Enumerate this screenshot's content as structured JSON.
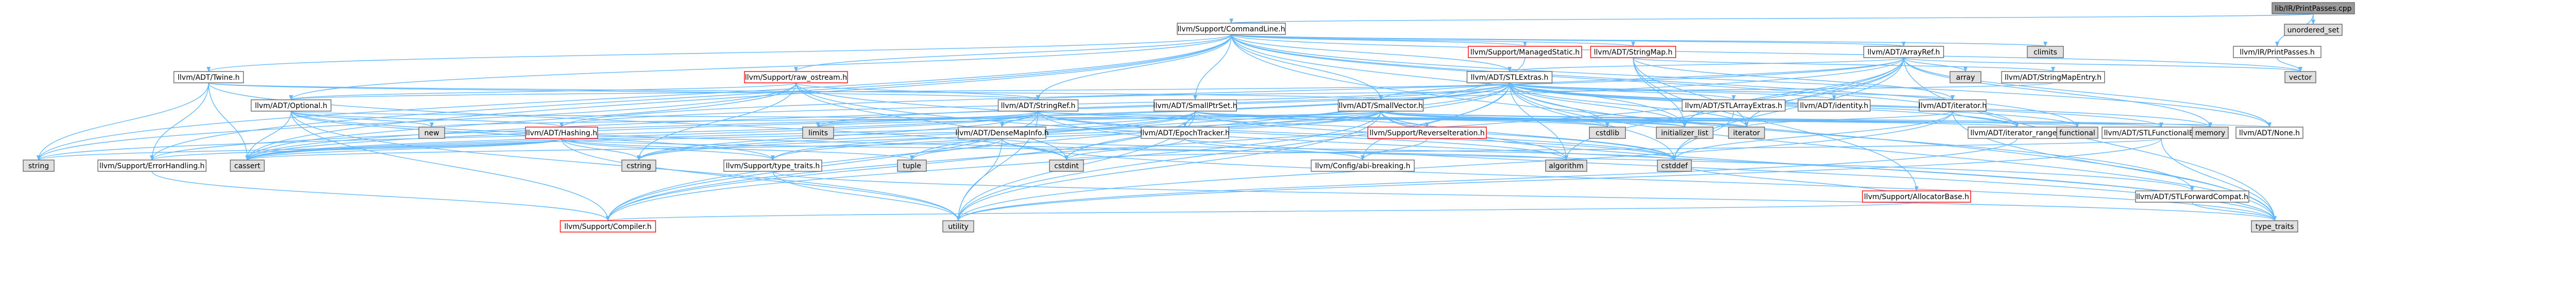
{
  "graph": {
    "colors": {
      "edge": "#63b8ff",
      "node_border": "#666666",
      "normal_fill": "#ffffff",
      "root_fill": "#999999",
      "external_fill": "#e0e0e0",
      "red_border": "#ff0000"
    },
    "nodes": [
      {
        "id": "root",
        "label": "lib/IR/PrintPasses.cpp",
        "kind": "root"
      },
      {
        "id": "unordered_set",
        "label": "unordered_set",
        "kind": "external"
      },
      {
        "id": "commandline",
        "label": "llvm/Support/CommandLine.h",
        "kind": "normal"
      },
      {
        "id": "printpasses",
        "label": "llvm/IR/PrintPasses.h",
        "kind": "normal"
      },
      {
        "id": "climits",
        "label": "climits",
        "kind": "external"
      },
      {
        "id": "managedstatic",
        "label": "llvm/Support/ManagedStatic.h",
        "kind": "red"
      },
      {
        "id": "stringmap",
        "label": "llvm/ADT/StringMap.h",
        "kind": "red"
      },
      {
        "id": "arrayref",
        "label": "llvm/ADT/ArrayRef.h",
        "kind": "normal"
      },
      {
        "id": "twine",
        "label": "llvm/ADT/Twine.h",
        "kind": "normal"
      },
      {
        "id": "raw_ostream",
        "label": "llvm/Support/raw_ostream.h",
        "kind": "red"
      },
      {
        "id": "stringmapentry",
        "label": "llvm/ADT/StringMapEntry.h",
        "kind": "normal"
      },
      {
        "id": "array",
        "label": "array",
        "kind": "external"
      },
      {
        "id": "vector",
        "label": "vector",
        "kind": "external"
      },
      {
        "id": "stlextras",
        "label": "llvm/ADT/STLExtras.h",
        "kind": "normal"
      },
      {
        "id": "optional",
        "label": "llvm/ADT/Optional.h",
        "kind": "normal"
      },
      {
        "id": "stringref",
        "label": "llvm/ADT/StringRef.h",
        "kind": "normal"
      },
      {
        "id": "smallptrset",
        "label": "llvm/ADT/SmallPtrSet.h",
        "kind": "normal"
      },
      {
        "id": "smallvector",
        "label": "llvm/ADT/SmallVector.h",
        "kind": "normal"
      },
      {
        "id": "stlarrayextras",
        "label": "llvm/ADT/STLArrayExtras.h",
        "kind": "normal"
      },
      {
        "id": "identity",
        "label": "llvm/ADT/identity.h",
        "kind": "normal"
      },
      {
        "id": "iterator",
        "label": "llvm/ADT/iterator.h",
        "kind": "normal"
      },
      {
        "id": "new",
        "label": "new",
        "kind": "external"
      },
      {
        "id": "hashing",
        "label": "llvm/ADT/Hashing.h",
        "kind": "red"
      },
      {
        "id": "limits",
        "label": "limits",
        "kind": "external"
      },
      {
        "id": "densemapinfo",
        "label": "llvm/ADT/DenseMapInfo.h",
        "kind": "normal"
      },
      {
        "id": "epochtracker",
        "label": "llvm/ADT/EpochTracker.h",
        "kind": "normal"
      },
      {
        "id": "reverseiteration",
        "label": "llvm/Support/ReverseIteration.h",
        "kind": "red"
      },
      {
        "id": "cstdlib",
        "label": "cstdlib",
        "kind": "external"
      },
      {
        "id": "initializer_list",
        "label": "initializer_list",
        "kind": "external"
      },
      {
        "id": "iterator_std",
        "label": "iterator",
        "kind": "external"
      },
      {
        "id": "iterator_range",
        "label": "llvm/ADT/iterator_range.h",
        "kind": "normal"
      },
      {
        "id": "functional",
        "label": "functional",
        "kind": "external"
      },
      {
        "id": "stlfunctionalextras",
        "label": "llvm/ADT/STLFunctionalExtras.h",
        "kind": "normal"
      },
      {
        "id": "memory",
        "label": "memory",
        "kind": "external"
      },
      {
        "id": "none",
        "label": "llvm/ADT/None.h",
        "kind": "normal"
      },
      {
        "id": "string",
        "label": "string",
        "kind": "external"
      },
      {
        "id": "errorhandling",
        "label": "llvm/Support/ErrorHandling.h",
        "kind": "normal"
      },
      {
        "id": "cassert",
        "label": "cassert",
        "kind": "external"
      },
      {
        "id": "cstring",
        "label": "cstring",
        "kind": "external"
      },
      {
        "id": "typetraits",
        "label": "llvm/Support/type_traits.h",
        "kind": "normal"
      },
      {
        "id": "tuple",
        "label": "tuple",
        "kind": "external"
      },
      {
        "id": "cstdint",
        "label": "cstdint",
        "kind": "external"
      },
      {
        "id": "abibreaking",
        "label": "llvm/Config/abi-breaking.h",
        "kind": "normal"
      },
      {
        "id": "algorithm",
        "label": "algorithm",
        "kind": "external"
      },
      {
        "id": "cstddef",
        "label": "cstddef",
        "kind": "external"
      },
      {
        "id": "allocatorbase",
        "label": "llvm/Support/AllocatorBase.h",
        "kind": "red"
      },
      {
        "id": "stlforwardcompat",
        "label": "llvm/ADT/STLForwardCompat.h",
        "kind": "normal"
      },
      {
        "id": "compiler",
        "label": "llvm/Support/Compiler.h",
        "kind": "red"
      },
      {
        "id": "utility",
        "label": "utility",
        "kind": "external"
      },
      {
        "id": "type_traits",
        "label": "type_traits",
        "kind": "external"
      }
    ],
    "edges": [
      [
        "root",
        "commandline"
      ],
      [
        "root",
        "printpasses"
      ],
      [
        "root",
        "unordered_set"
      ],
      [
        "commandline",
        "climits"
      ],
      [
        "commandline",
        "managedstatic"
      ],
      [
        "commandline",
        "stringmap"
      ],
      [
        "commandline",
        "arrayref"
      ],
      [
        "commandline",
        "twine"
      ],
      [
        "commandline",
        "raw_ostream"
      ],
      [
        "commandline",
        "smallptrset"
      ],
      [
        "commandline",
        "smallvector"
      ],
      [
        "commandline",
        "stlextras"
      ],
      [
        "commandline",
        "stringref"
      ],
      [
        "commandline",
        "optional"
      ],
      [
        "commandline",
        "iterator_range"
      ],
      [
        "commandline",
        "none"
      ],
      [
        "commandline",
        "errorhandling"
      ],
      [
        "commandline",
        "cassert"
      ],
      [
        "commandline",
        "functional"
      ],
      [
        "commandline",
        "initializer_list"
      ],
      [
        "commandline",
        "string"
      ],
      [
        "commandline",
        "type_traits"
      ],
      [
        "commandline",
        "vector"
      ],
      [
        "printpasses",
        "vector"
      ],
      [
        "managedstatic",
        "compiler"
      ],
      [
        "managedstatic",
        "atomic_dummy"
      ],
      [
        "stringmap",
        "stringmapentry"
      ],
      [
        "stringmap",
        "iterator_std"
      ],
      [
        "stringmap",
        "allocatorbase"
      ],
      [
        "stringmap",
        "initializer_list"
      ],
      [
        "stringmap",
        "iterator"
      ],
      [
        "arrayref",
        "hashing"
      ],
      [
        "arrayref",
        "none"
      ],
      [
        "arrayref",
        "smallvector"
      ],
      [
        "arrayref",
        "stlextras"
      ],
      [
        "arrayref",
        "compiler"
      ],
      [
        "arrayref",
        "algorithm"
      ],
      [
        "arrayref",
        "array"
      ],
      [
        "arrayref",
        "cassert"
      ],
      [
        "arrayref",
        "cstddef"
      ],
      [
        "arrayref",
        "initializer_list"
      ],
      [
        "arrayref",
        "iterator_std"
      ],
      [
        "arrayref",
        "memory"
      ],
      [
        "arrayref",
        "type_traits"
      ],
      [
        "arrayref",
        "vector"
      ],
      [
        "twine",
        "smallvector"
      ],
      [
        "twine",
        "stringref"
      ],
      [
        "twine",
        "errorhandling"
      ],
      [
        "twine",
        "cassert"
      ],
      [
        "twine",
        "cstdint"
      ],
      [
        "twine",
        "string"
      ],
      [
        "raw_ostream",
        "stringref"
      ],
      [
        "raw_ostream",
        "optional"
      ],
      [
        "raw_ostream",
        "cassert"
      ],
      [
        "raw_ostream",
        "cstddef"
      ],
      [
        "raw_ostream",
        "cstdint"
      ],
      [
        "raw_ostream",
        "cstring"
      ],
      [
        "raw_ostream",
        "string"
      ],
      [
        "raw_ostream",
        "type_traits"
      ],
      [
        "stringmapentry",
        "stringref"
      ],
      [
        "stlextras",
        "hashing"
      ],
      [
        "stlextras",
        "optional"
      ],
      [
        "stlextras",
        "stlarrayextras"
      ],
      [
        "stlextras",
        "stlforwardcompat"
      ],
      [
        "stlextras",
        "stlfunctionalextras"
      ],
      [
        "stlextras",
        "identity"
      ],
      [
        "stlextras",
        "iterator"
      ],
      [
        "stlextras",
        "iterator_range"
      ],
      [
        "stlextras",
        "abibreaking"
      ],
      [
        "stlextras",
        "errorhandling"
      ],
      [
        "stlextras",
        "algorithm"
      ],
      [
        "stlextras",
        "cassert"
      ],
      [
        "stlextras",
        "cstddef"
      ],
      [
        "stlextras",
        "cstdint"
      ],
      [
        "stlextras",
        "cstdlib"
      ],
      [
        "stlextras",
        "functional"
      ],
      [
        "stlextras",
        "initializer_list"
      ],
      [
        "stlextras",
        "iterator_std"
      ],
      [
        "stlextras",
        "limits"
      ],
      [
        "stlextras",
        "memory"
      ],
      [
        "stlextras",
        "tuple"
      ],
      [
        "stlextras",
        "type_traits"
      ],
      [
        "stlextras",
        "utility"
      ],
      [
        "optional",
        "hashing"
      ],
      [
        "optional",
        "none"
      ],
      [
        "optional",
        "stlforwardcompat"
      ],
      [
        "optional",
        "compiler"
      ],
      [
        "optional",
        "typetraits"
      ],
      [
        "optional",
        "cassert"
      ],
      [
        "optional",
        "new"
      ],
      [
        "optional",
        "utility"
      ],
      [
        "stringref",
        "densemapinfo"
      ],
      [
        "stringref",
        "stlfunctionalextras"
      ],
      [
        "stringref",
        "iterator_range"
      ],
      [
        "stringref",
        "compiler"
      ],
      [
        "stringref",
        "algorithm"
      ],
      [
        "stringref",
        "cassert"
      ],
      [
        "stringref",
        "cstddef"
      ],
      [
        "stringref",
        "cstring"
      ],
      [
        "stringref",
        "limits"
      ],
      [
        "stringref",
        "string"
      ],
      [
        "stringref",
        "type_traits"
      ],
      [
        "stringref",
        "utility"
      ],
      [
        "smallptrset",
        "epochtracker"
      ],
      [
        "smallptrset",
        "compiler"
      ],
      [
        "smallptrset",
        "reverseiteration"
      ],
      [
        "smallptrset",
        "typetraits"
      ],
      [
        "smallptrset",
        "cassert"
      ],
      [
        "smallptrset",
        "cstddef"
      ],
      [
        "smallptrset",
        "cstdlib"
      ],
      [
        "smallptrset",
        "cstring"
      ],
      [
        "smallptrset",
        "initializer_list"
      ],
      [
        "smallptrset",
        "iterator_std"
      ],
      [
        "smallptrset",
        "utility"
      ],
      [
        "smallvector",
        "compiler"
      ],
      [
        "smallvector",
        "typetraits"
      ],
      [
        "smallvector",
        "algorithm"
      ],
      [
        "smallvector",
        "cassert"
      ],
      [
        "smallvector",
        "cstddef"
      ],
      [
        "smallvector",
        "cstdlib"
      ],
      [
        "smallvector",
        "cstring"
      ],
      [
        "smallvector",
        "functional"
      ],
      [
        "smallvector",
        "initializer_list"
      ],
      [
        "smallvector",
        "iterator_std"
      ],
      [
        "smallvector",
        "limits"
      ],
      [
        "smallvector",
        "memory"
      ],
      [
        "smallvector",
        "new"
      ],
      [
        "smallvector",
        "type_traits"
      ],
      [
        "smallvector",
        "utility"
      ],
      [
        "stlarrayextras",
        "cstddef"
      ],
      [
        "iterator",
        "iterator_range"
      ],
      [
        "iterator",
        "cstddef"
      ],
      [
        "iterator",
        "iterator_std"
      ],
      [
        "iterator",
        "type_traits"
      ],
      [
        "iterator",
        "utility"
      ],
      [
        "hashing",
        "errorhandling"
      ],
      [
        "hashing",
        "typetraits"
      ],
      [
        "hashing",
        "algorithm"
      ],
      [
        "hashing",
        "cassert"
      ],
      [
        "hashing",
        "cstring"
      ],
      [
        "hashing",
        "string"
      ],
      [
        "hashing",
        "tuple"
      ],
      [
        "hashing",
        "utility"
      ],
      [
        "densemapinfo",
        "cassert"
      ],
      [
        "densemapinfo",
        "cstddef"
      ],
      [
        "densemapinfo",
        "cstdint"
      ],
      [
        "densemapinfo",
        "tuple"
      ],
      [
        "densemapinfo",
        "type_traits"
      ],
      [
        "densemapinfo",
        "utility"
      ],
      [
        "epochtracker",
        "abibreaking"
      ],
      [
        "epochtracker",
        "cstdint"
      ],
      [
        "reverseiteration",
        "abibreaking"
      ],
      [
        "iterator_range",
        "utility"
      ],
      [
        "stlfunctionalextras",
        "stlextras_none"
      ],
      [
        "stlfunctionalextras",
        "cstdint"
      ],
      [
        "stlfunctionalextras",
        "type_traits"
      ],
      [
        "stlfunctionalextras",
        "utility"
      ],
      [
        "errorhandling",
        "compiler"
      ],
      [
        "typetraits",
        "type_traits"
      ],
      [
        "typetraits",
        "utility"
      ],
      [
        "allocatorbase",
        "compiler"
      ],
      [
        "allocatorbase",
        "cstddef"
      ],
      [
        "stlforwardcompat",
        "type_traits"
      ]
    ]
  }
}
